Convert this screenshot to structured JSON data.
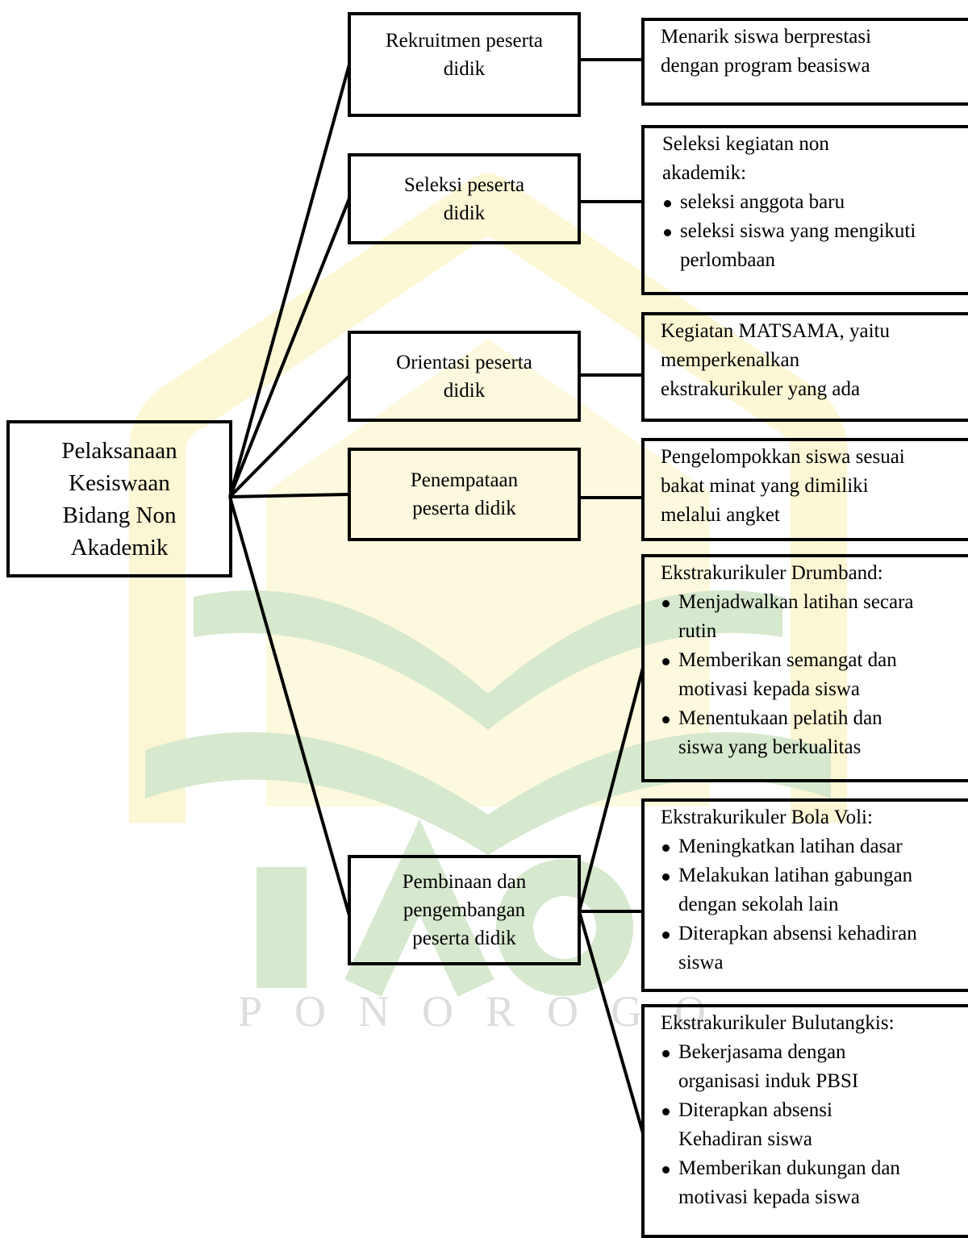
{
  "watermark": {
    "text": "PONOROGO",
    "colors": {
      "green": "#6fae52",
      "yellow": "#f4e266"
    }
  },
  "root": {
    "label": "Pelaksanaan\nKesiswaan\nBidang Non\nAkademik"
  },
  "stages": [
    {
      "label": "Rekruitmen peserta\ndidik",
      "details": [
        {
          "text": "Menarik siswa berprestasi\ndengan program beasiswa",
          "bullets": []
        }
      ]
    },
    {
      "label": "Seleksi peserta\ndidik",
      "details": [
        {
          "text": "Seleksi kegiatan non\nakademik:",
          "bullets": [
            "seleksi anggota baru",
            "seleksi siswa yang mengikuti\nperlombaan"
          ]
        }
      ]
    },
    {
      "label": "Orientasi  peserta\ndidik",
      "details": [
        {
          "text": "Kegiatan MATSAMA, yaitu\nmemperkenalkan\nekstrakurikuler yang ada",
          "bullets": []
        }
      ]
    },
    {
      "label": "Penempataan\npeserta didik",
      "details": [
        {
          "text": "Pengelompokkan siswa sesuai\nbakat minat yang dimiliki\nmelalui angket",
          "bullets": []
        }
      ]
    },
    {
      "label": "Pembinaan dan\npengembangan\npeserta didik",
      "details": [
        {
          "text": "Ekstrakurikuler Drumband:",
          "bullets": [
            "Menjadwalkan latihan secara\nrutin",
            "Memberikan semangat dan\nmotivasi kepada siswa",
            "Menentukaan pelatih dan\nsiswa yang berkualitas"
          ]
        },
        {
          "text": "Ekstrakurikuler Bola Voli:",
          "bullets": [
            "Meningkatkan latihan dasar",
            "Melakukan latihan gabungan\ndengan sekolah lain",
            "Diterapkan absensi kehadiran\nsiswa"
          ]
        },
        {
          "text": "Ekstrakurikuler Bulutangkis:",
          "bullets": [
            "Bekerjasama dengan\norganisasi induk PBSI",
            "Diterapkan absensi\nKehadiran siswa",
            "Memberikan dukungan dan\nmotivasi kepada siswa"
          ]
        }
      ]
    }
  ]
}
